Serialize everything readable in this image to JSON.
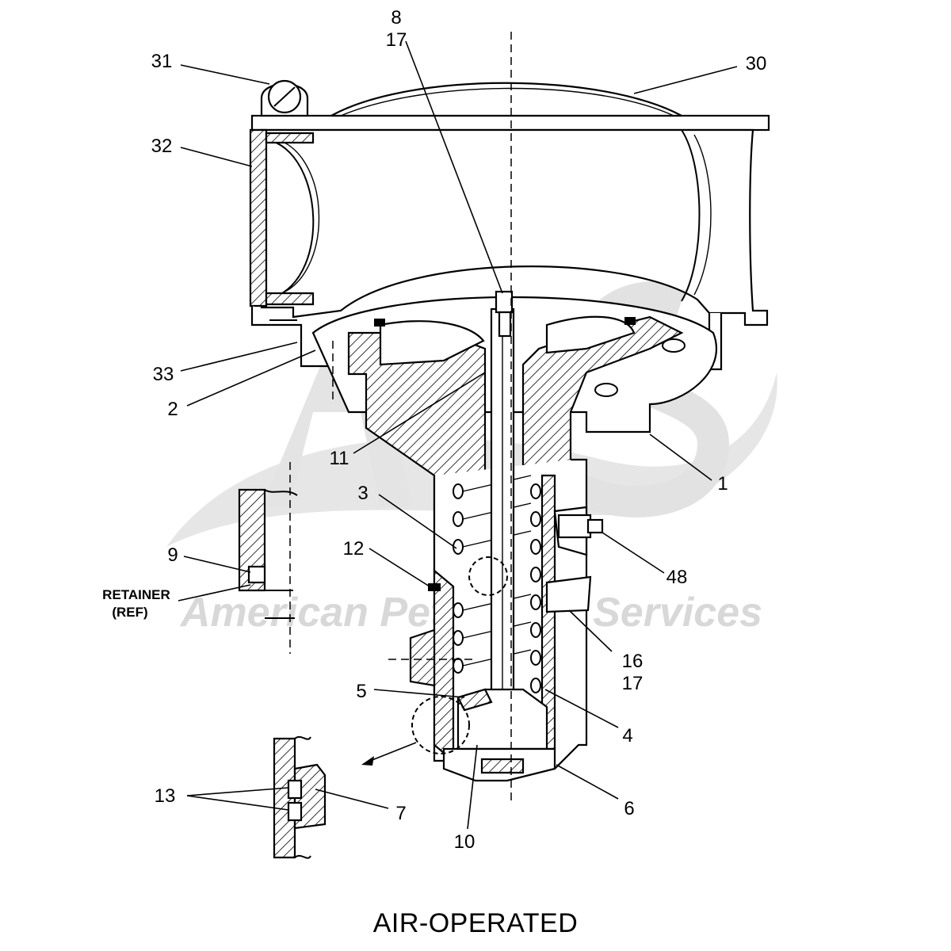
{
  "title": "AIR-OPERATED",
  "watermark": {
    "company": "American Petroleum Services",
    "logo_letters": "APS"
  },
  "callouts": [
    {
      "id": "c8",
      "text": "8"
    },
    {
      "id": "c17a",
      "text": "17"
    },
    {
      "id": "c31",
      "text": "31"
    },
    {
      "id": "c30",
      "text": "30"
    },
    {
      "id": "c32",
      "text": "32"
    },
    {
      "id": "c33",
      "text": "33"
    },
    {
      "id": "c2",
      "text": "2"
    },
    {
      "id": "c11",
      "text": "11"
    },
    {
      "id": "c1",
      "text": "1"
    },
    {
      "id": "c3",
      "text": "3"
    },
    {
      "id": "c12",
      "text": "12"
    },
    {
      "id": "c9",
      "text": "9"
    },
    {
      "id": "c48",
      "text": "48"
    },
    {
      "id": "c16",
      "text": "16"
    },
    {
      "id": "c17b",
      "text": "17"
    },
    {
      "id": "c5",
      "text": "5"
    },
    {
      "id": "c4",
      "text": "4"
    },
    {
      "id": "c13",
      "text": "13"
    },
    {
      "id": "c7",
      "text": "7"
    },
    {
      "id": "c6",
      "text": "6"
    },
    {
      "id": "c10",
      "text": "10"
    }
  ],
  "retainer_label": {
    "line1": "RETAINER",
    "line2": "(REF)"
  }
}
